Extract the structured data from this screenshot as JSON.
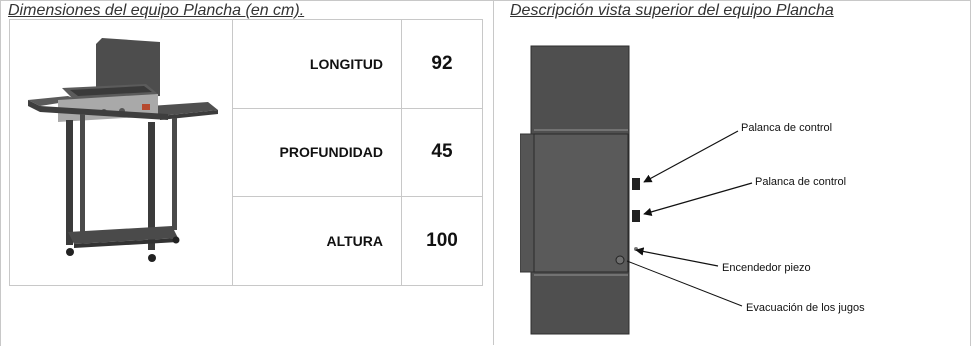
{
  "left_panel": {
    "heading_main": "Dimensiones del equipo Plancha (en cm)",
    "heading_period": ".",
    "dimensions": [
      {
        "label": "LONGITUD",
        "value": "92"
      },
      {
        "label": "PROFUNDIDAD",
        "value": "45"
      },
      {
        "label": "ALTURA",
        "value": "100"
      }
    ]
  },
  "right_panel": {
    "heading": "Descripción vista superior del equipo Plancha",
    "callouts": [
      "Palanca de control",
      "Palanca de control",
      "Encendedor piezo",
      "Evacuación de los jugos"
    ]
  },
  "colors": {
    "border": "#c8c8c8",
    "metal": "#4a4a4a",
    "plate": "#555555"
  }
}
